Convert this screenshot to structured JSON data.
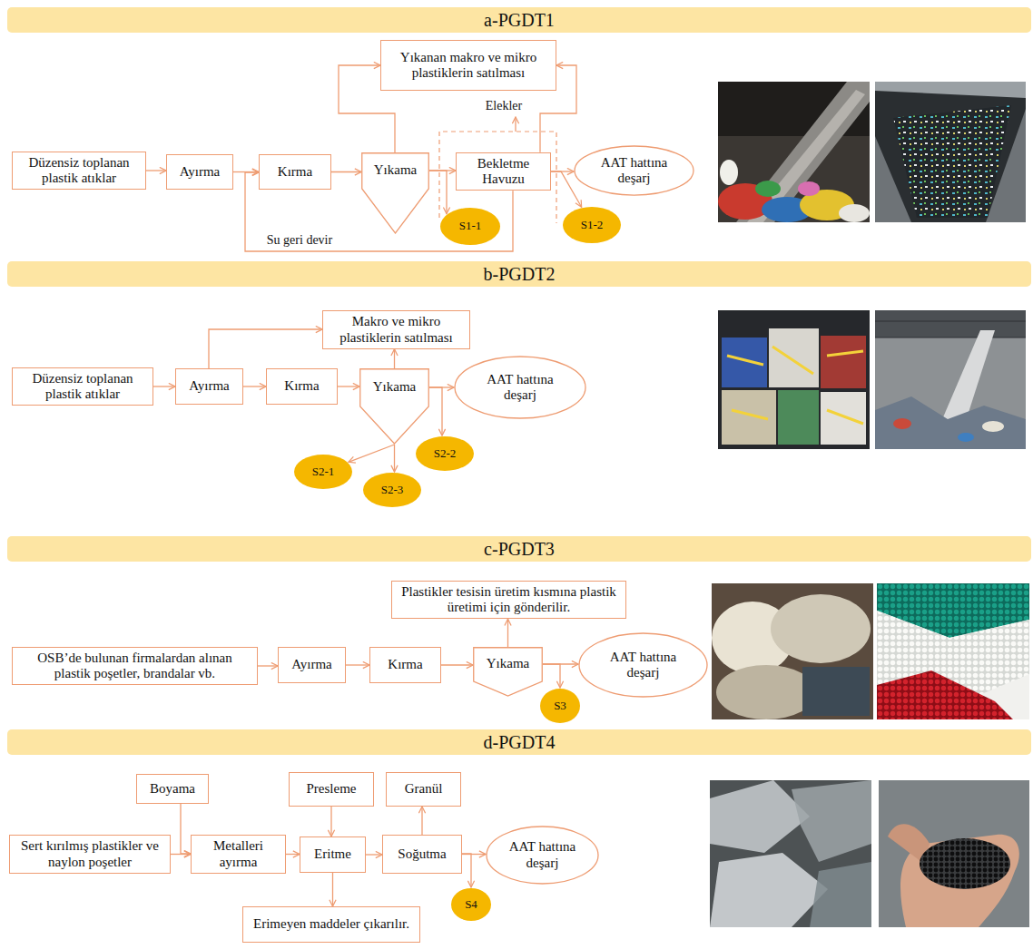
{
  "diagram": {
    "nodes": [
      {
        "text": [
          "a-PGDT1"
        ]
      },
      {
        "text": [
          "Yıkanan makro ve mikro plastiklerin satılması"
        ]
      },
      {
        "text": [
          "Düzensiz toplanan plastik atıklar"
        ]
      },
      {
        "text": [
          "Ayırma"
        ]
      },
      {
        "text": [
          "Kırma"
        ]
      },
      {
        "text": [
          "Yıkama"
        ]
      },
      {
        "text": [
          "Bekletme Havuzu"
        ]
      },
      {
        "text": [
          "AAT hattına deşarj"
        ]
      },
      {
        "text": [
          "S1-1"
        ]
      },
      {
        "text": [
          "S1-2"
        ]
      },
      {
        "text": [
          "b-PGDT2"
        ]
      },
      {
        "text": [
          "Makro ve mikro plastiklerin satılması"
        ]
      },
      {
        "text": [
          "Düzensiz toplanan plastik atıklar"
        ]
      },
      {
        "text": [
          "Ayırma"
        ]
      },
      {
        "text": [
          "Kırma"
        ]
      },
      {
        "text": [
          "Yıkama"
        ]
      },
      {
        "text": [
          "AAT hattına deşarj"
        ]
      },
      {
        "text": [
          "S2-1"
        ]
      },
      {
        "text": [
          "S2-3"
        ]
      },
      {
        "text": [
          "S2-2"
        ]
      },
      {
        "text": [
          "c-PGDT3"
        ]
      },
      {
        "text": [
          "Plastikler tesisin üretim kısmına plastik üretimi için gönderilir."
        ]
      },
      {
        "text": [
          "OSB’de bulunan firmalardan alınan plastik poşetler, brandalar vb."
        ]
      },
      {
        "text": [
          "Ayırma"
        ]
      },
      {
        "text": [
          "Kırma"
        ]
      },
      {
        "text": [
          "Yıkama"
        ]
      },
      {
        "text": [
          "AAT hattına deşarj"
        ]
      },
      {
        "text": [
          "S3"
        ]
      },
      {
        "text": [
          "d-PGDT4"
        ]
      },
      {
        "text": [
          "Boyama"
        ]
      },
      {
        "text": [
          "Presleme"
        ]
      },
      {
        "text": [
          "Granül"
        ]
      },
      {
        "text": [
          "Sert kırılmış plastikler ve naylon poşetler"
        ]
      },
      {
        "text": [
          "Metalleri ayırma"
        ]
      },
      {
        "text": [
          "Eritme"
        ]
      },
      {
        "text": [
          "Soğutma"
        ]
      },
      {
        "text": [
          "AAT hattına deşarj"
        ]
      },
      {
        "text": [
          "S4"
        ]
      },
      {
        "text": [
          "Erimeyen maddeler çıkarılır."
        ]
      }
    ],
    "edges": [
      {
        "from": 2,
        "to": 3,
        "arrow": "to"
      },
      {
        "from": 3,
        "to": 4,
        "arrow": "to"
      },
      {
        "from": 4,
        "to": 5,
        "arrow": "to"
      },
      {
        "from": 5,
        "to": 6,
        "arrow": "to"
      },
      {
        "from": 6,
        "to": 7,
        "arrow": "to"
      },
      {
        "from": 5,
        "to": 1,
        "arrow": "to"
      },
      {
        "from": 6,
        "to": 1,
        "arrow": "to"
      },
      {
        "from": 5,
        "to": 8,
        "arrow": "to"
      },
      {
        "from": 6,
        "to": 4,
        "label": "Su geri devir",
        "arrow": "to"
      },
      {
        "from": 6,
        "to": 9,
        "arrow": "to"
      },
      {
        "from": 12,
        "to": 13,
        "arrow": "to"
      },
      {
        "from": 13,
        "to": 14,
        "arrow": "to"
      },
      {
        "from": 14,
        "to": 15,
        "arrow": "to"
      },
      {
        "from": 15,
        "to": 16,
        "arrow": "to"
      },
      {
        "from": 13,
        "to": 11,
        "arrow": "to"
      },
      {
        "from": 15,
        "to": 11,
        "arrow": "to"
      },
      {
        "from": 15,
        "to": 17,
        "arrow": "to"
      },
      {
        "from": 15,
        "to": 18,
        "arrow": "to"
      },
      {
        "from": 15,
        "to": 19,
        "arrow": "to"
      },
      {
        "from": 22,
        "to": 23,
        "arrow": "to"
      },
      {
        "from": 23,
        "to": 24,
        "arrow": "to"
      },
      {
        "from": 24,
        "to": 25,
        "arrow": "to"
      },
      {
        "from": 25,
        "to": 26,
        "arrow": "to"
      },
      {
        "from": 25,
        "to": 21,
        "arrow": "to"
      },
      {
        "from": 25,
        "to": 27,
        "arrow": "to"
      },
      {
        "from": 32,
        "to": 33,
        "arrow": "to"
      },
      {
        "from": 29,
        "to": 33,
        "arrow": "to"
      },
      {
        "from": 33,
        "to": 34,
        "arrow": "to"
      },
      {
        "from": 30,
        "to": 34,
        "arrow": "to"
      },
      {
        "from": 34,
        "to": 35,
        "arrow": "to"
      },
      {
        "from": 35,
        "to": 31,
        "arrow": "to"
      },
      {
        "from": 35,
        "to": 36,
        "arrow": "to"
      },
      {
        "from": 35,
        "to": 37,
        "arrow": "to"
      },
      {
        "from": 34,
        "to": 38,
        "arrow": "to"
      }
    ],
    "labels": [
      "Elekler"
    ]
  }
}
